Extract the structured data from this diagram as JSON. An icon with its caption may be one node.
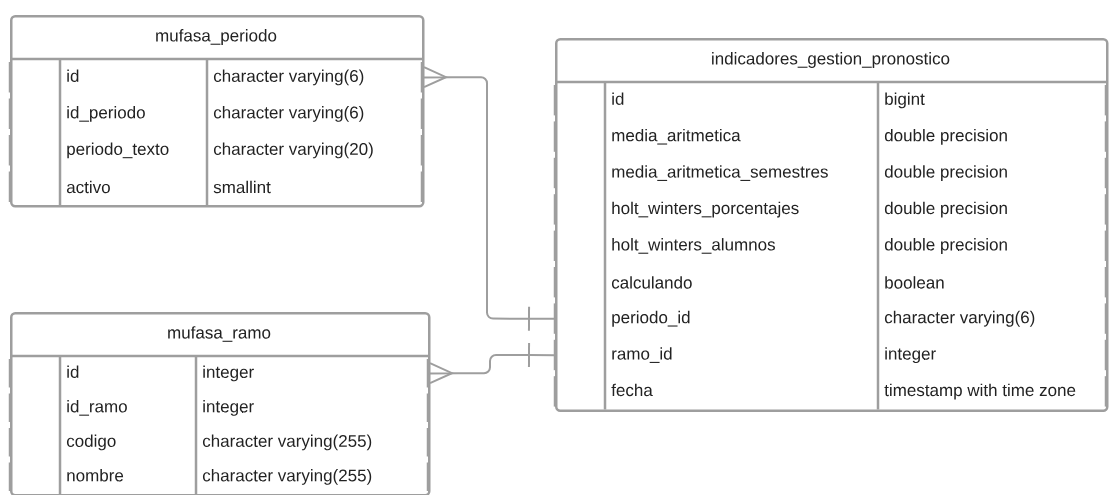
{
  "diagram": {
    "nodes": [
      {
        "text": [
          "mufasa_periodo"
        ]
      },
      {
        "text": [
          "id",
          "character varying(6)"
        ],
        "in": 0
      },
      {
        "text": [
          "id_periodo",
          "character varying(6)"
        ],
        "in": 0
      },
      {
        "text": [
          "periodo_texto",
          "character varying(20)"
        ],
        "in": 0
      },
      {
        "text": [
          "activo",
          "smallint"
        ],
        "in": 0
      },
      {
        "text": [
          "mufasa_ramo"
        ]
      },
      {
        "text": [
          "id",
          "integer"
        ],
        "in": 5
      },
      {
        "text": [
          "id_ramo",
          "integer"
        ],
        "in": 5
      },
      {
        "text": [
          "codigo",
          "character varying(255)"
        ],
        "in": 5
      },
      {
        "text": [
          "nombre",
          "character varying(255)"
        ],
        "in": 5
      },
      {
        "text": [
          "indicadores_gestion_pronostico"
        ]
      },
      {
        "text": [
          "id",
          "bigint"
        ],
        "in": 10
      },
      {
        "text": [
          "media_aritmetica",
          "double precision"
        ],
        "in": 10
      },
      {
        "text": [
          "media_aritmetica_semestres",
          "double precision"
        ],
        "in": 10
      },
      {
        "text": [
          "holt_winters_porcentajes",
          "double precision"
        ],
        "in": 10
      },
      {
        "text": [
          "holt_winters_alumnos",
          "double precision"
        ],
        "in": 10
      },
      {
        "text": [
          "calculando",
          "boolean"
        ],
        "in": 10
      },
      {
        "text": [
          "periodo_id",
          "character varying(6)"
        ],
        "in": 10
      },
      {
        "text": [
          "ramo_id",
          "integer"
        ],
        "in": 10
      },
      {
        "text": [
          "fecha",
          "timestamp with time zone"
        ],
        "in": 10
      }
    ],
    "edges": [
      {
        "from": 1,
        "to": 17,
        "arrow": "other"
      },
      {
        "from": 6,
        "to": 18,
        "arrow": "other"
      }
    ]
  }
}
